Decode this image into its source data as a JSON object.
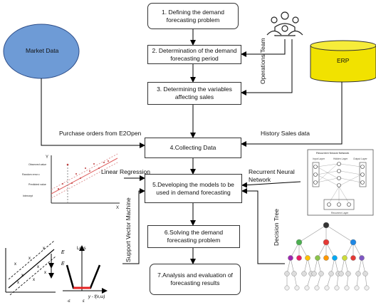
{
  "steps": [
    {
      "id": "s1",
      "text": "1. Defining the demand forecasting problem"
    },
    {
      "id": "s2",
      "text": "2. Determination of the demand forecasting period"
    },
    {
      "id": "s3",
      "text": "3. Determining the variables affecting sales"
    },
    {
      "id": "s4",
      "text": "4.Collecting Data"
    },
    {
      "id": "s5",
      "text": "5.Developing the models to be used in demand forecasting"
    },
    {
      "id": "s6",
      "text": "6.Solving the demand forecasting problem"
    },
    {
      "id": "s7",
      "text": "7.Analysis and evaluation of forecasting results"
    }
  ],
  "sources": {
    "market_data": "Market Data",
    "erp": "ERP",
    "operations_team": "Operations Team"
  },
  "edge_labels": {
    "purchase_orders": "Purchase orders from E2Open",
    "history_sales": "History Sales data",
    "linear_regression": "Linear Regression",
    "rnn": "Recurrent Neural Network",
    "decision_tree": "Decision Tree",
    "svm": "Support Vector Machine"
  },
  "thumbnails": {
    "regression": {
      "labels": [
        "Observed value",
        "Random error ε",
        "Predicted value",
        "Intercept",
        "Y",
        "X"
      ]
    },
    "rnn": {
      "title": "Recurrent Neural Network",
      "labels": [
        "Input Layer",
        "Hidden Layer",
        "Output Layer",
        "Recurrent Layer"
      ]
    },
    "svm": {
      "labels": [
        "Loss",
        "E",
        "E",
        "y - f(x,ω)",
        "-ε",
        "ε"
      ]
    }
  },
  "colors": {
    "market_fill": "#6e9bd6",
    "erp_fill": "#f1e200",
    "arrow": "#000000"
  }
}
